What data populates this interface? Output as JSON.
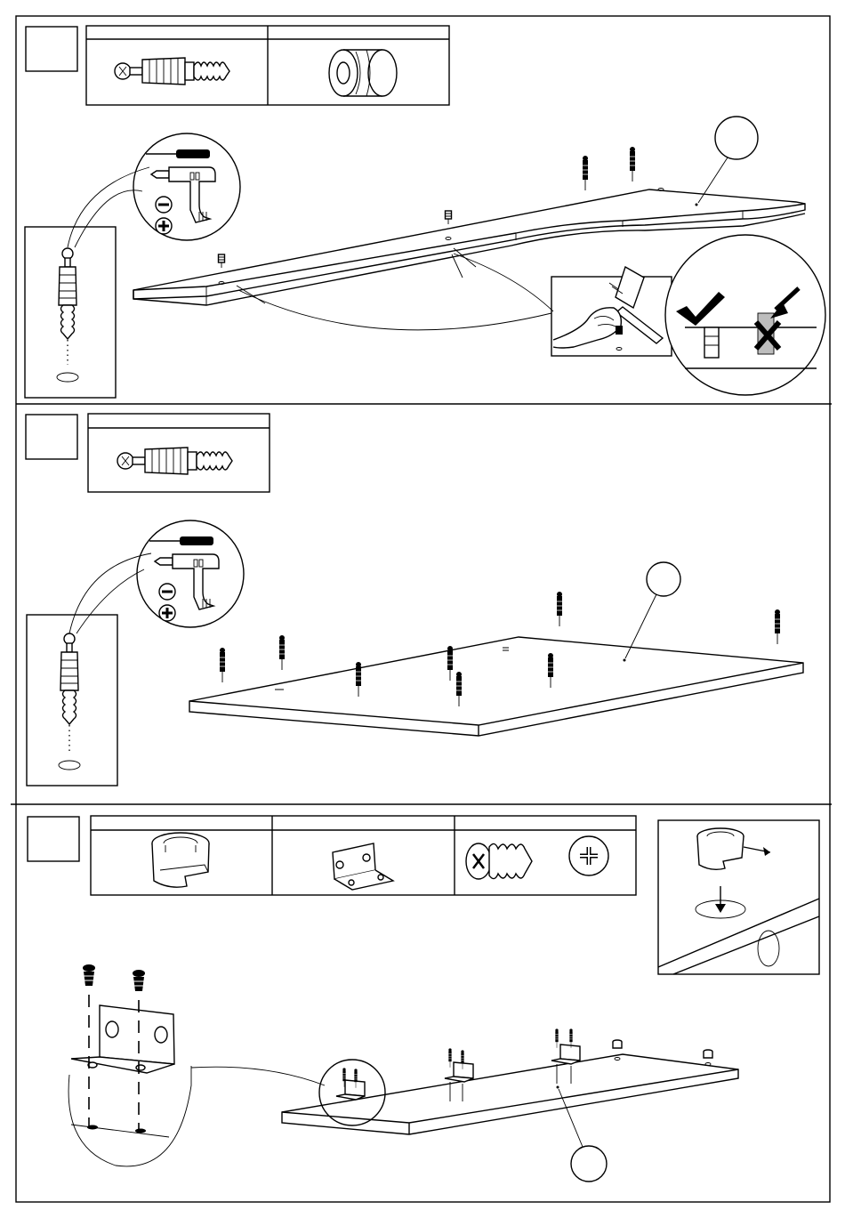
{
  "document": {
    "title": "",
    "language": "none"
  },
  "steps": [
    {
      "parts": [
        "cam-dowel-screw",
        "cam-bushing-insert"
      ],
      "tools": [
        "screwdriver-icon",
        "drill-icon",
        "slot-bit-icon",
        "phillips-bit-icon",
        "hammer-icon"
      ],
      "callouts": [
        "correct-check-icon",
        "wrong-x-icon"
      ]
    },
    {
      "parts": [
        "cam-dowel-screw"
      ],
      "tools": [
        "screwdriver-icon",
        "drill-icon",
        "slot-bit-icon",
        "phillips-bit-icon"
      ]
    },
    {
      "parts": [
        "cam-lock-housing",
        "angle-bracket",
        "phillips-screw",
        "phillips-head-icon"
      ],
      "callouts": [
        "cam-lock-insert-detail",
        "bracket-zoom-detail"
      ]
    }
  ],
  "colors": {
    "ink": "#000000",
    "paper": "#ffffff",
    "shade": "#bdbdbd"
  }
}
